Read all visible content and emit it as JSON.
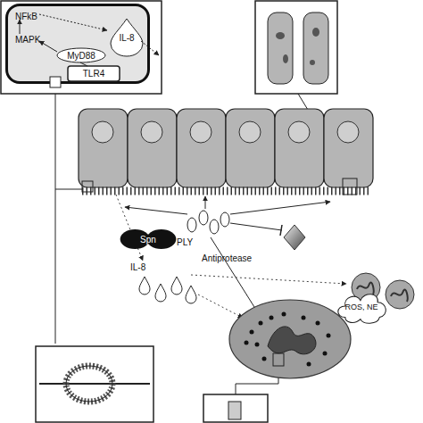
{
  "diagram": {
    "nodes": [
      {
        "text": [
          "NFkB",
          "MAPK"
        ]
      },
      {
        "text": [
          "MyD88"
        ],
        "in": 0
      },
      {
        "text": [
          "TLR4"
        ],
        "in": 0
      },
      {
        "text": [
          "IL-8"
        ],
        "in": 0
      },
      {
        "text": [
          "Spn"
        ]
      },
      {
        "text": [
          "ROS, NE"
        ]
      }
    ],
    "labels": [
      "PLY",
      "Antiprotease",
      "IL-8"
    ]
  }
}
